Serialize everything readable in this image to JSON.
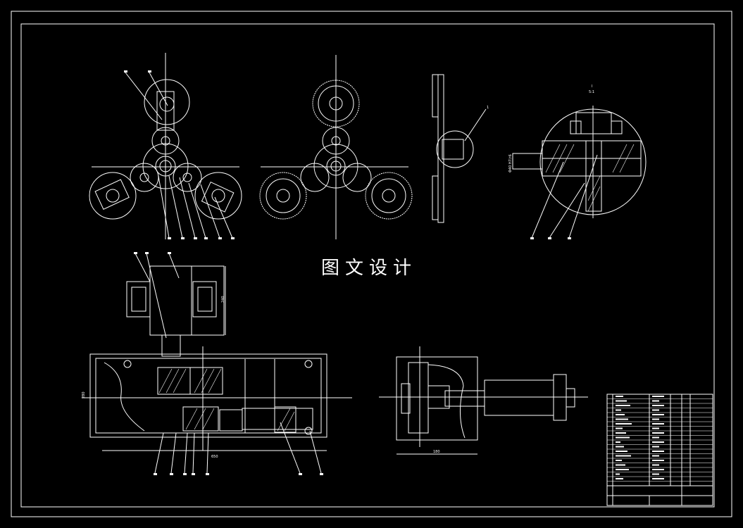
{
  "watermark": "图文设计",
  "detail_label": {
    "number": "I",
    "scale": "5:1"
  },
  "callout_1": "1",
  "dimension_labels": {
    "housing_length": "650",
    "housing_height": "280",
    "motor_height": "240",
    "side_width": "180",
    "shaft_dia": "Φ40 H7/r6"
  },
  "title_block": {
    "rows": 20
  },
  "colors": {
    "background": "#000000",
    "lines": "#ffffff"
  }
}
